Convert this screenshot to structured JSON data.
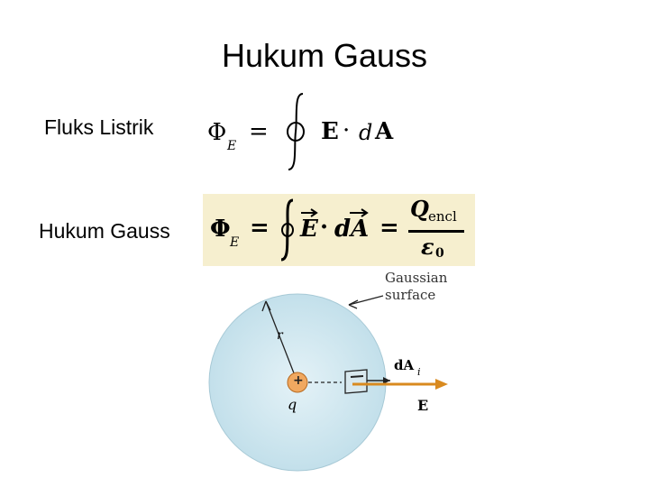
{
  "slide": {
    "title": "Hukum Gauss"
  },
  "rows": {
    "flux_label": "Fluks Listrik",
    "gauss_label": "Hukum Gauss"
  },
  "equation1": {
    "phi": "Φ",
    "phi_sub": "E",
    "equals": "=",
    "field": "E",
    "dot": "·",
    "d": "d",
    "area": "A"
  },
  "equation2": {
    "phi": "Φ",
    "phi_sub": "E",
    "equals": "=",
    "field": "E",
    "dot": "·",
    "d": "d",
    "area": "A",
    "equals2": "=",
    "numerator": "Q",
    "numerator_sub": "encl",
    "denominator": "ε",
    "denominator_sub": "0",
    "highlight_color": "#f6efcf"
  },
  "diagram": {
    "surface_label_line1": "Gaussian",
    "surface_label_line2": "surface",
    "radius_label": "r",
    "charge_sign": "+",
    "charge_label": "q",
    "area_vector_label": "dA",
    "area_vector_sub": "i",
    "field_label": "E",
    "sphere_color": "#cfe6ef",
    "charge_color": "#f0a860",
    "arrow_color": "#d98a1f"
  }
}
